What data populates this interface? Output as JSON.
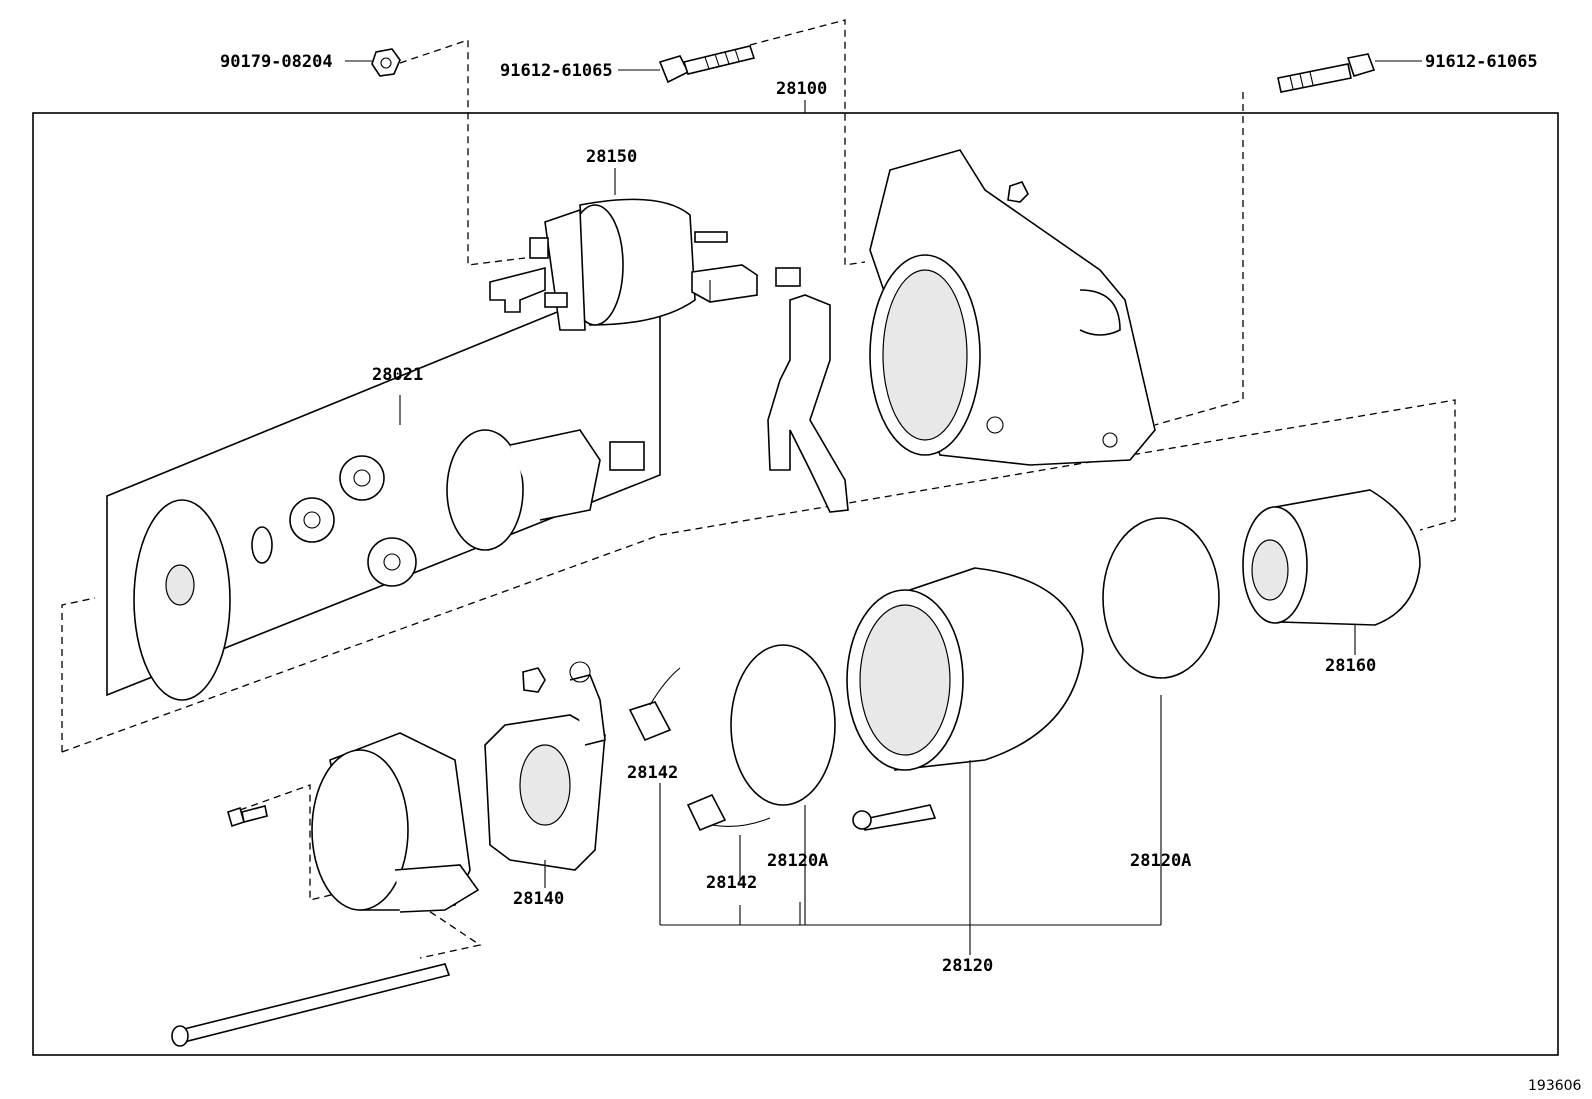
{
  "labels": {
    "nut_top_left": "90179-08204",
    "bolt_top_center": "91612-61065",
    "bolt_top_right": "91612-61065",
    "housing_assy": "28100",
    "magnetic_switch": "28150",
    "planetary_kit": "28021",
    "clutch_assy": "28160",
    "brush_holder": "28140",
    "brush_upper": "28142",
    "brush_lower": "28142",
    "oring_left": "28120A",
    "oring_right": "28120A",
    "yoke_assy": "28120"
  },
  "figure_number": "193606"
}
